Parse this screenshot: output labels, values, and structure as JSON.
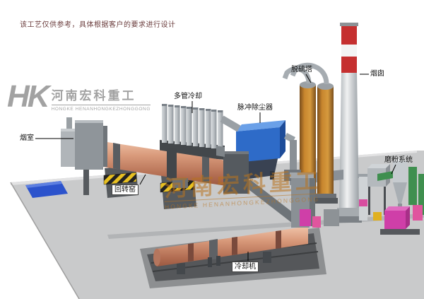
{
  "disclaimer": "该工艺仅供参考，具体根据客户的要求进行设计",
  "logo": {
    "monogram": "HK",
    "company_cn": "河南宏科重工",
    "company_en": "HONGKE HENANHONGKEZHONGGONG"
  },
  "watermark": {
    "company_cn": "河南宏科重工",
    "company_en": "HONGKE HENANHONGKEZHONGGONG"
  },
  "labels": {
    "smoke_chamber": "烟室",
    "rotary_kiln": "回转窑",
    "multi_tube_cooler": "多管冷却",
    "pulse_dust_collector": "脉冲除尘器",
    "desulfurization_tower": "脱硫塔",
    "chimney": "烟囱",
    "grinding_system": "磨粉系统",
    "cooling_machine": "冷却机"
  },
  "colors": {
    "kiln": "#d59476",
    "dust-collector": "#2e6bc8",
    "desulf-tower": "#c8862e",
    "chimney-red": "#c53030",
    "ground": "#c9cacb",
    "pad-blue": "#2c53cc",
    "hazard-yellow": "#e8c021",
    "green-duct": "#3f8f4f",
    "magenta-mill": "#cf3fa8",
    "watermark-orange": "#b9741f",
    "logo-grey": "#9b9b9b",
    "label-text": "#111111",
    "disclaimer-text": "#6b3d3d"
  }
}
